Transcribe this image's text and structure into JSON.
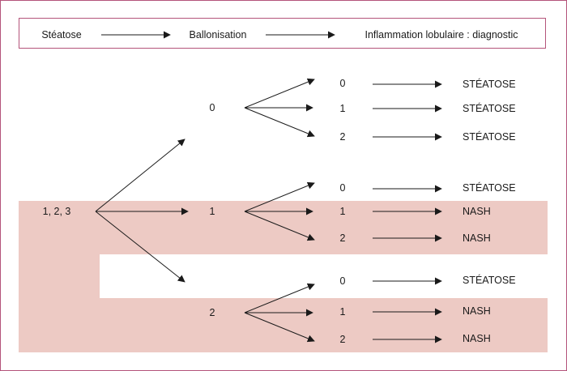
{
  "header": {
    "step1": "Stéatose",
    "step2": "Ballonisation",
    "step3": "Inflammation lobulaire : diagnostic"
  },
  "tree": {
    "root": "1, 2, 3",
    "branches": [
      {
        "label": "0",
        "leaves": [
          {
            "label": "0",
            "result": "STÉATOSE"
          },
          {
            "label": "1",
            "result": "STÉATOSE"
          },
          {
            "label": "2",
            "result": "STÉATOSE"
          }
        ]
      },
      {
        "label": "1",
        "leaves": [
          {
            "label": "0",
            "result": "STÉATOSE"
          },
          {
            "label": "1",
            "result": "NASH"
          },
          {
            "label": "2",
            "result": "NASH"
          }
        ]
      },
      {
        "label": "2",
        "leaves": [
          {
            "label": "0",
            "result": "STÉATOSE"
          },
          {
            "label": "1",
            "result": "NASH"
          },
          {
            "label": "2",
            "result": "NASH"
          }
        ]
      }
    ]
  },
  "colors": {
    "frame": "#b4547a",
    "nash_band": "#edcac4",
    "arrow": "#1a1a1a"
  }
}
